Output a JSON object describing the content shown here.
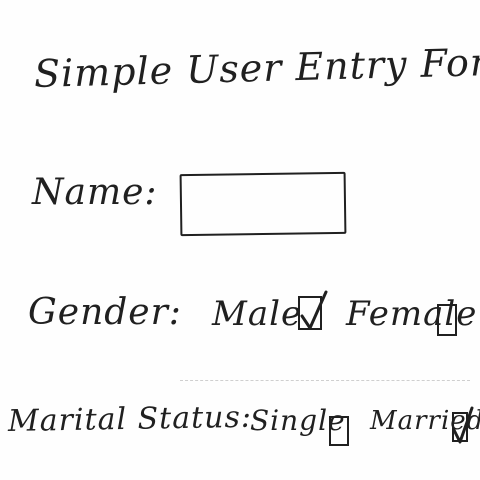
{
  "form": {
    "title": "Simple User Entry Form",
    "name": {
      "label": "Name:",
      "value": ""
    },
    "gender": {
      "label": "Gender:",
      "options": [
        {
          "label": "Male",
          "checked": true
        },
        {
          "label": "Female",
          "checked": false
        }
      ]
    },
    "marital_status": {
      "label": "Marital Status:",
      "options": [
        {
          "label": "Single",
          "checked": false
        },
        {
          "label": "Married",
          "checked": true
        }
      ]
    }
  },
  "icons": {
    "checkbox_checked": "check-mark-icon",
    "checkbox_empty": "empty-checkbox-icon"
  },
  "colors": {
    "ink": "#202020",
    "paper": "#fefefe"
  }
}
